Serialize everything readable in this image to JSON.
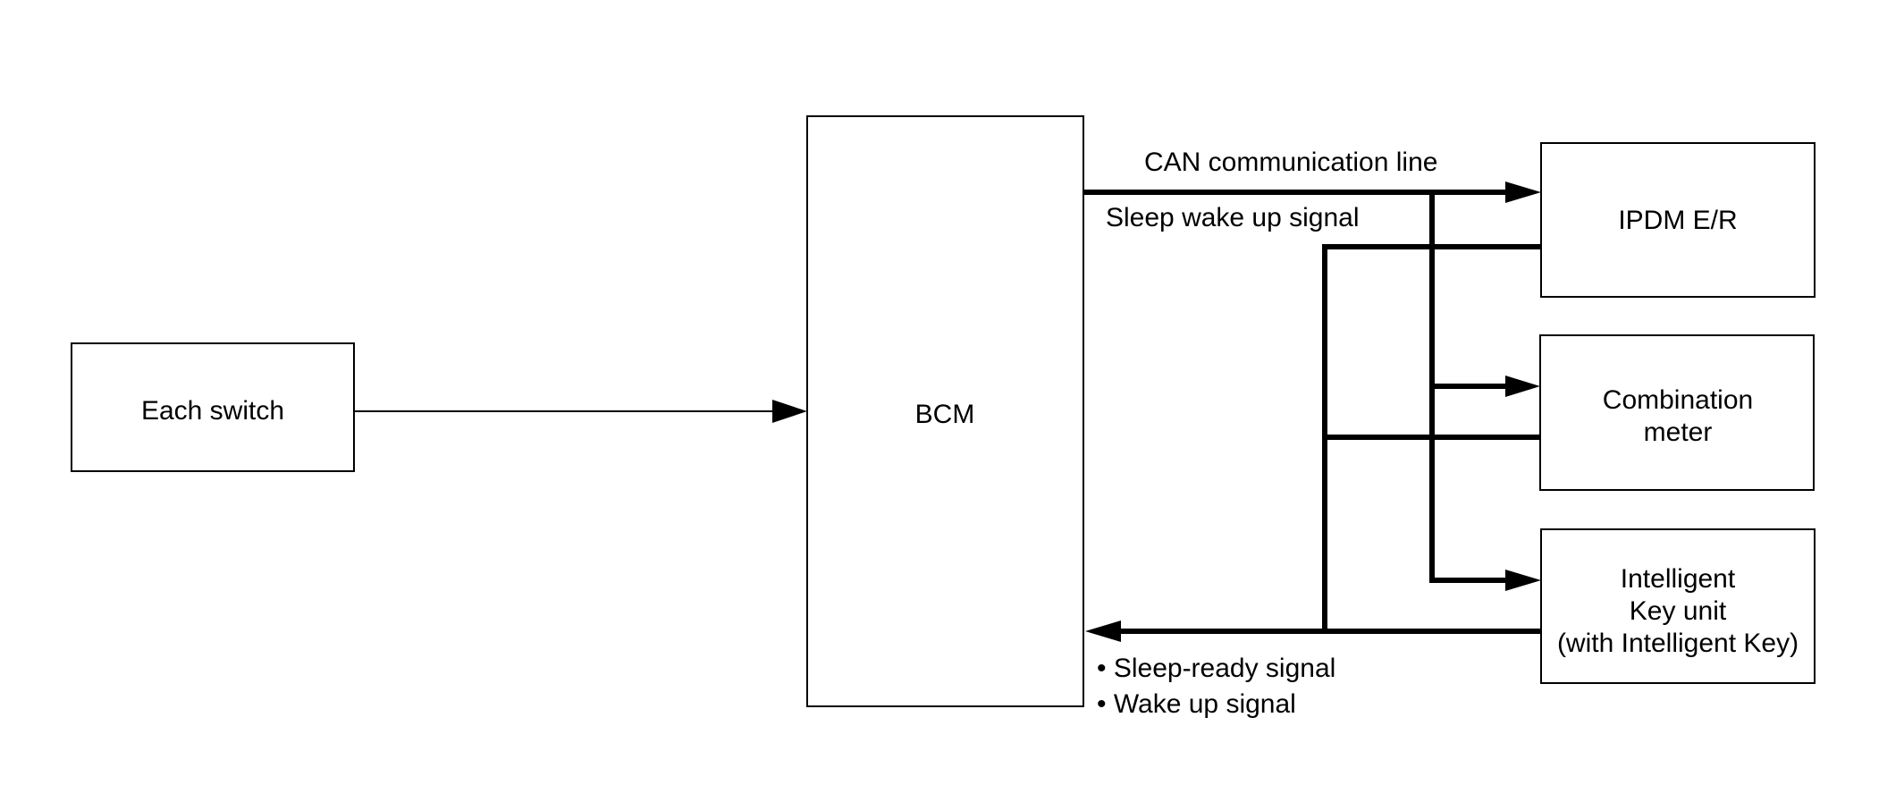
{
  "nodes": {
    "each_switch": {
      "lines": [
        "Each switch"
      ]
    },
    "bcm": {
      "lines": [
        "BCM"
      ]
    },
    "ipdm": {
      "lines": [
        "IPDM E/R"
      ]
    },
    "combination_meter": {
      "lines": [
        "Combination",
        "meter"
      ]
    },
    "intelligent_key": {
      "lines": [
        "Intelligent",
        "Key unit",
        "(with Intelligent Key)"
      ]
    }
  },
  "labels": {
    "can_line": "CAN communication line",
    "sleep_wake": "Sleep wake up signal",
    "sleep_ready": "• Sleep-ready signal",
    "wake_up": "• Wake up signal"
  },
  "colors": {
    "line": "#000000",
    "background": "#ffffff"
  }
}
